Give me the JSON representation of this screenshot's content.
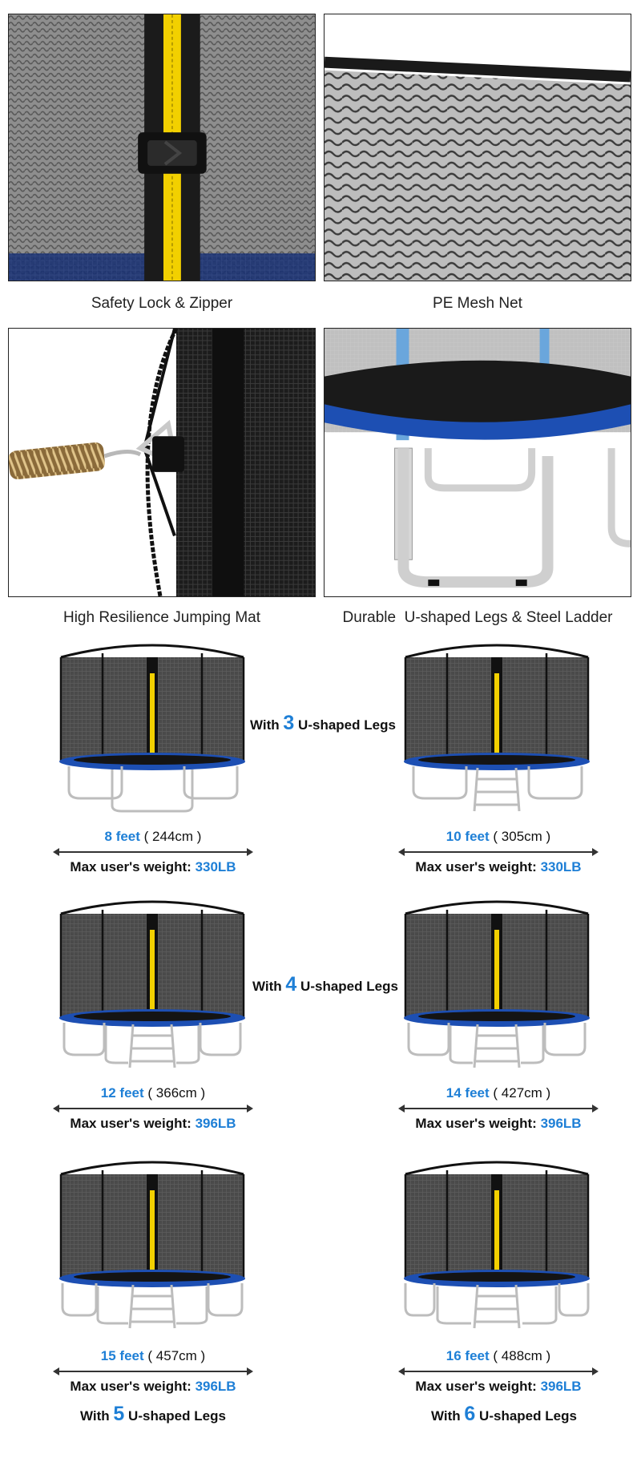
{
  "features": [
    {
      "caption": "Safety Lock & Zipper"
    },
    {
      "caption": "PE Mesh Net"
    },
    {
      "caption": "High Resilience Jumping Mat"
    },
    {
      "caption": "Durable  U-shaped Legs & Steel Ladder"
    }
  ],
  "leg_groups": [
    {
      "prefix": "With",
      "count": "3",
      "suffix": "U-shaped Legs"
    },
    {
      "prefix": "With",
      "count": "4",
      "suffix": "U-shaped Legs"
    },
    {
      "prefix": "With",
      "count": "5",
      "suffix": "U-shaped Legs"
    },
    {
      "prefix": "With",
      "count": "6",
      "suffix": "U-shaped Legs"
    }
  ],
  "models": [
    {
      "feet": "8 feet",
      "cm": "( 244cm )",
      "weight_label": "Max user's weight:",
      "weight": "330LB"
    },
    {
      "feet": "10 feet",
      "cm": "( 305cm )",
      "weight_label": "Max user's weight:",
      "weight": "330LB"
    },
    {
      "feet": "12 feet",
      "cm": "( 366cm )",
      "weight_label": "Max user's weight:",
      "weight": "396LB"
    },
    {
      "feet": "14 feet",
      "cm": "( 427cm )",
      "weight_label": "Max user's weight:",
      "weight": "396LB"
    },
    {
      "feet": "15 feet",
      "cm": "( 457cm )",
      "weight_label": "Max user's weight:",
      "weight": "396LB"
    },
    {
      "feet": "16 feet",
      "cm": "( 488cm )",
      "weight_label": "Max user's weight:",
      "weight": "396LB"
    }
  ],
  "colors": {
    "accent": "#1e7fd6",
    "mat_blue": "#1d4fb3",
    "net": "#2b2b2b",
    "zipper": "#f2d000"
  }
}
